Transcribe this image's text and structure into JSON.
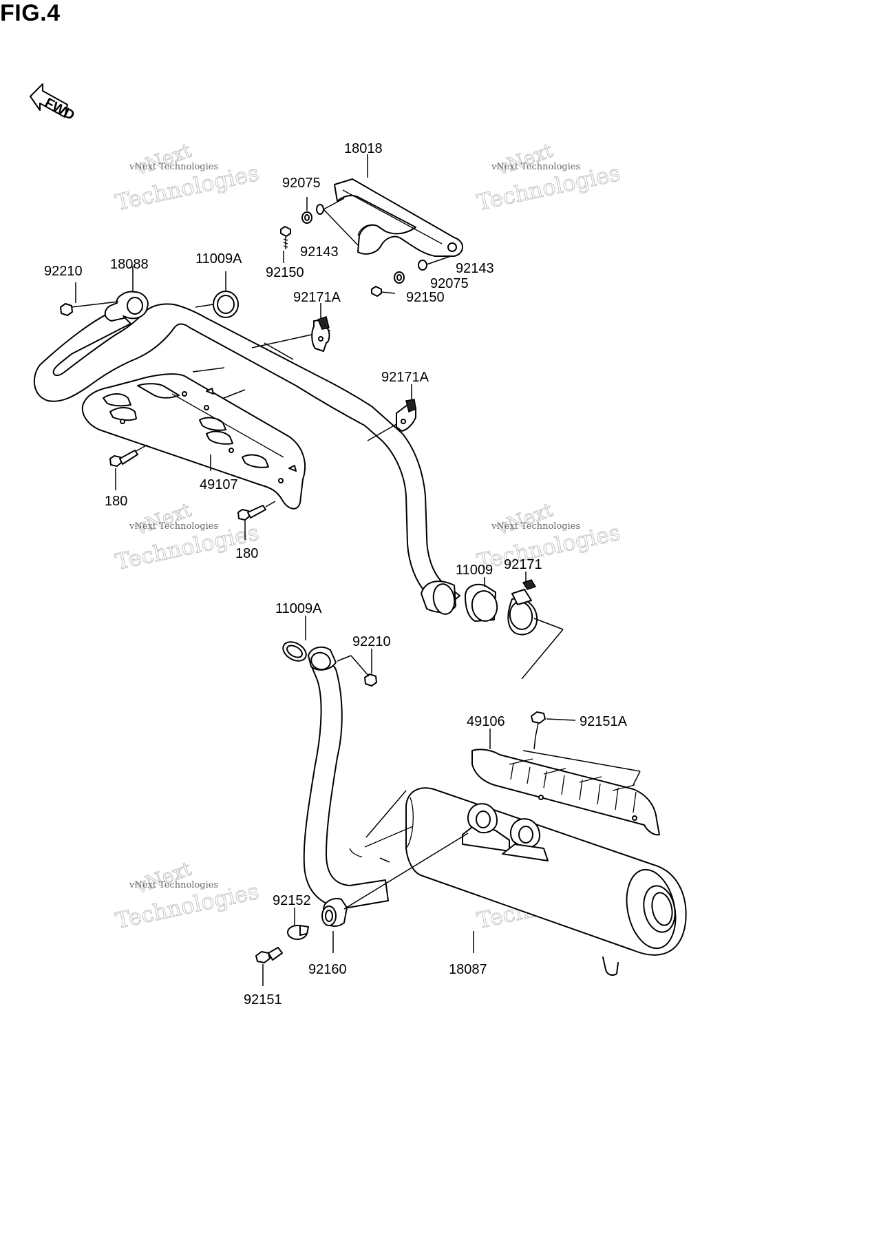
{
  "figure": {
    "title": "FIG.4",
    "fwd_label": "FWD"
  },
  "watermark": {
    "line1": "vNext",
    "line2": "Technologies",
    "caption": "vNext Technologies"
  },
  "parts": {
    "p18018": "18018",
    "p92075_a": "92075",
    "p92143_a": "92143",
    "p92150_a": "92150",
    "p92143_b": "92143",
    "p92075_b": "92075",
    "p92150_b": "92150",
    "p92210_a": "92210",
    "p18088": "18088",
    "p11009A_a": "11009A",
    "p92171A_a": "92171A",
    "p92171A_b": "92171A",
    "p180_a": "180",
    "p49107": "49107",
    "p180_b": "180",
    "p11009": "11009",
    "p92171": "92171",
    "p11009A_b": "11009A",
    "p92210_b": "92210",
    "p49106": "49106",
    "p92151A": "92151A",
    "p92152": "92152",
    "p92160": "92160",
    "p18087": "18087",
    "p92151": "92151"
  }
}
